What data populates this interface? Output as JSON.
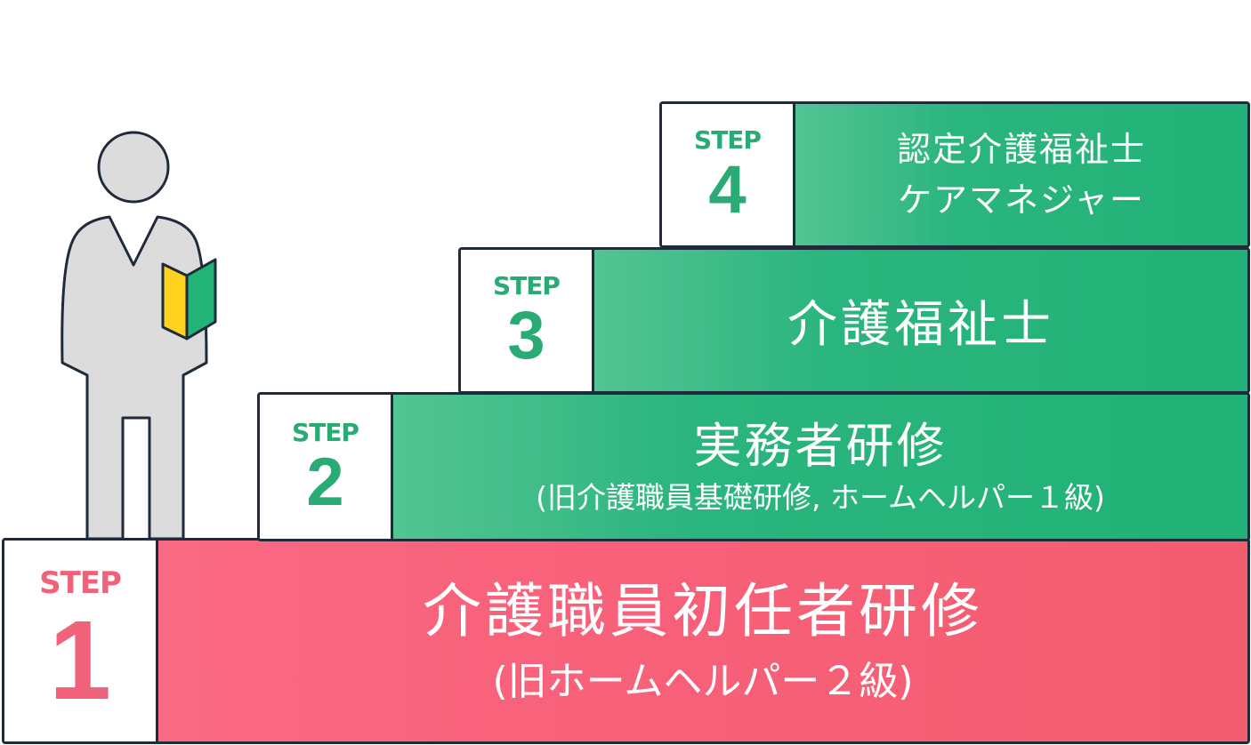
{
  "steps": [
    {
      "label": "STEP",
      "number": "1",
      "title": "介護職員初任者研修",
      "subtitle": "(旧ホームヘルパー２級)",
      "color": "#f45c70"
    },
    {
      "label": "STEP",
      "number": "2",
      "title": "実務者研修",
      "subtitle": "(旧介護職員基礎研修, ホームヘルパー１級)",
      "color": "#20b276"
    },
    {
      "label": "STEP",
      "number": "3",
      "title": "介護福祉士",
      "color": "#20b276"
    },
    {
      "label": "STEP",
      "number": "4",
      "title": "認定介護福祉士",
      "subtitle": "ケアマネジャー",
      "color": "#20b276"
    }
  ],
  "figure": {
    "icon": "person-with-beginner-mark-icon"
  }
}
